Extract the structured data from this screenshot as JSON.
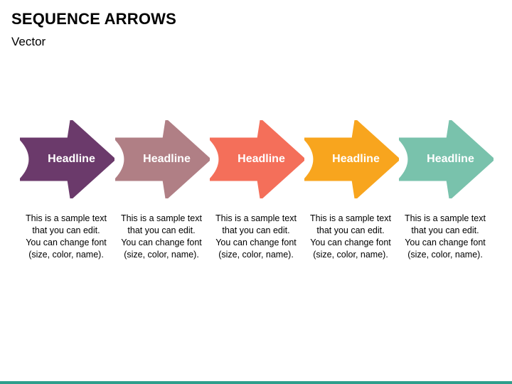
{
  "title": "SEQUENCE ARROWS",
  "subtitle": "Vector",
  "steps": [
    {
      "headline": "Headline",
      "color": "#6B3A6B",
      "text": [
        "This is a sample text",
        "that you can edit.",
        "You can change font",
        "(size, color, name)."
      ]
    },
    {
      "headline": "Headline",
      "color": "#B07F85",
      "text": [
        "This is a sample text",
        "that you can edit.",
        "You can change font",
        "(size, color, name)."
      ]
    },
    {
      "headline": "Headline",
      "color": "#F46F5A",
      "text": [
        "This is a sample text",
        "that you can edit.",
        "You can change font",
        "(size, color, name)."
      ]
    },
    {
      "headline": "Headline",
      "color": "#F8A51E",
      "text": [
        "This is a sample text",
        "that you can edit.",
        "You can change font",
        "(size, color, name)."
      ]
    },
    {
      "headline": "Headline",
      "color": "#79C2AC",
      "text": [
        "This is a sample text",
        "that you can edit.",
        "You can change font",
        "(size, color, name)."
      ]
    }
  ],
  "footer_bar_color": "#2E9E8C"
}
